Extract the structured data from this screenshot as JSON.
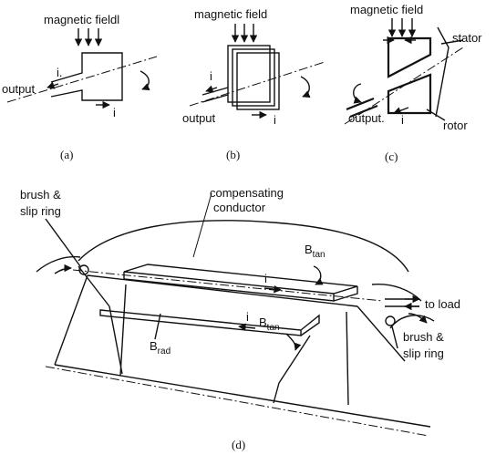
{
  "panel_a": {
    "field_label": "magnetic fieldl",
    "current_label_1": "i.",
    "current_label_2": "i",
    "output_label": "output",
    "caption": "(a)"
  },
  "panel_b": {
    "field_label": "magnetic field",
    "current_label_1": "i",
    "current_label_2": "i",
    "output_label": "output",
    "caption": "(b)"
  },
  "panel_c": {
    "field_label": "magnetic field",
    "stator_label": "stator",
    "rotor_label": "rotor",
    "output_label": "output.",
    "current_label": "i",
    "caption": "(c)"
  },
  "panel_d": {
    "brush_left_1": "brush &",
    "brush_left_2": "slip ring",
    "comp_1": "compensating",
    "comp_2": "conductor",
    "b_tan_top": "B",
    "b_tan_top_sub": "tan",
    "b_tan_mid": "B",
    "b_tan_mid_sub": "tan",
    "b_rad": "B",
    "b_rad_sub": "rad",
    "current_top": "i",
    "current_mid": "i",
    "to_load": "to load",
    "brush_right_1": "brush &",
    "brush_right_2": "slip ring",
    "caption": "(d)"
  }
}
